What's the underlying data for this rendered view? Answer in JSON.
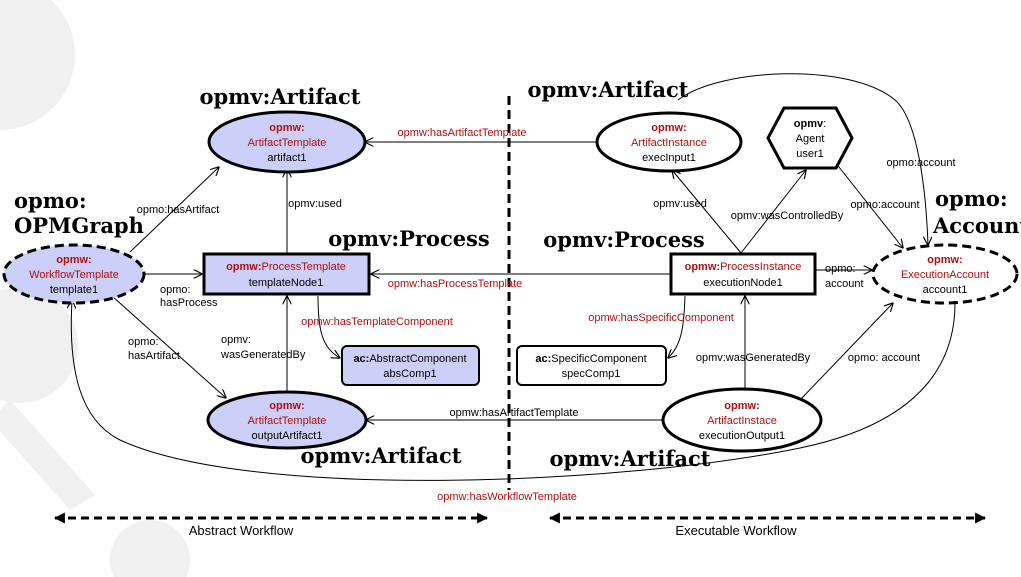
{
  "colors": {
    "accent_red": "#b01010",
    "fill_lavender": "#cccff7",
    "stroke": "#000000",
    "watermark": "#f0f0f0"
  },
  "class_labels": {
    "artifact_top_left": "opmv:Artifact",
    "artifact_top_right": "opmv:Artifact",
    "opmgraph_line1": "opmo:",
    "opmgraph_line2": "OPMGraph",
    "process_left": "opmv:Process",
    "process_right": "opmv:Process",
    "account_line1": "opmo:",
    "account_line2": "Account",
    "artifact_bottom_left": "opmv:Artifact",
    "artifact_bottom_right": "opmv:Artifact"
  },
  "nodes": {
    "artifact_template": {
      "prefix": "opmw:",
      "type": "ArtifactTemplate",
      "id": "artifact1"
    },
    "workflow_template": {
      "prefix": "opmw:",
      "type": "WorkflowTemplate",
      "id": "template1"
    },
    "process_template": {
      "prefix": "opmw:",
      "type": "ProcessTemplate",
      "id": "templateNode1"
    },
    "abstract_component": {
      "prefix": "ac:",
      "type": "AbstractComponent",
      "id": "absComp1"
    },
    "output_artifact_template": {
      "prefix": "opmw:",
      "type": "ArtifactTemplate",
      "id": "outputArtifact1"
    },
    "artifact_instance": {
      "prefix": "opmw:",
      "type": "ArtifactInstance",
      "id": "execInput1"
    },
    "agent": {
      "prefix": "opmv",
      "suffix": ":",
      "type": "Agent",
      "id": "user1"
    },
    "execution_account": {
      "prefix": "opmw:",
      "type": "ExecutionAccount",
      "id": "account1"
    },
    "process_instance": {
      "prefix": "opmw:",
      "type": "ProcessInstance",
      "id": "executionNode1"
    },
    "specific_component": {
      "prefix": "ac:",
      "type": "SpecificComponent",
      "id": "specComp1"
    },
    "artifact_instace": {
      "prefix": "opmw:",
      "type": "ArtifactInstace",
      "id": "executionOutput1"
    }
  },
  "edge_labels": {
    "has_artifact_template_top": "opmw:hasArtifactTemplate",
    "opmo_has_artifact_top": "opmo:hasArtifact",
    "opmv_used_left": "opmv:used",
    "opmo_has_process_1": "opmo:",
    "opmo_has_process_2": "hasProcess",
    "opmo_has_artifact_bottom_1": "opmo:",
    "opmo_has_artifact_bottom_2": "hasArtifact",
    "was_generated_by_left_1": "opmv:",
    "was_generated_by_left_2": "wasGeneratedBy",
    "has_template_component": "opmw:hasTemplateComponent",
    "has_process_template": "opmw:hasProcessTemplate",
    "has_artifact_template_bottom": "opmw:hasArtifactTemplate",
    "opmv_used_right": "opmv:used",
    "was_controlled_by": "opmv:wasControlledBy",
    "opmo_account_agent": "opmo:account",
    "opmo_account_arc": "opmo:account",
    "opmo_account_process_1": "opmo:",
    "opmo_account_process_2": "account",
    "has_specific_component": "opmw:hasSpecificComponent",
    "was_generated_by_right": "opmv:wasGeneratedBy",
    "opmo_account_output": "opmo: account",
    "has_workflow_template": "opmw:hasWorkflowTemplate"
  },
  "legend": {
    "abstract": "Abstract Workflow",
    "executable": "Executable Workflow"
  }
}
